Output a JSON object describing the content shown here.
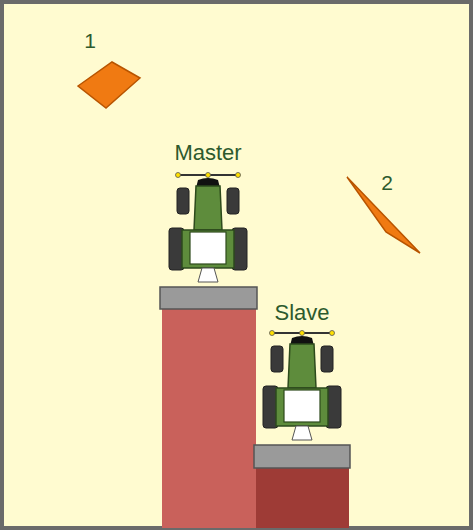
{
  "diagram": {
    "labels": [
      "1",
      "Master",
      "2",
      "Slave"
    ]
  }
}
